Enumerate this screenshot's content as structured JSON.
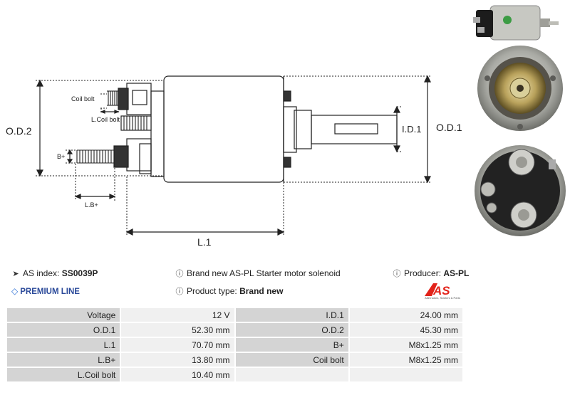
{
  "diagram": {
    "labels": {
      "od2": "O.D.2",
      "od1": "O.D.1",
      "id1": "I.D.1",
      "l1": "L.1",
      "coil_bolt": "Coil bolt",
      "l_coil_bolt": "L.Coil bolt",
      "b_plus": "B+",
      "l_b_plus": "L.B+"
    }
  },
  "info": {
    "as_index_label": "AS index:",
    "as_index_value": "SS0039P",
    "premium_line": "PREMIUM LINE",
    "description": "Brand new AS-PL Starter motor solenoid",
    "product_type_label": "Product type:",
    "product_type_value": "Brand new",
    "producer_label": "Producer:",
    "producer_value": "AS-PL"
  },
  "logo": {
    "text": "AS",
    "tagline": "Alternators, Starters & Parts",
    "color": "#e2231a"
  },
  "specs": [
    {
      "l1": "Voltage",
      "v1": "12 V",
      "l2": "I.D.1",
      "v2": "24.00 mm"
    },
    {
      "l1": "O.D.1",
      "v1": "52.30 mm",
      "l2": "O.D.2",
      "v2": "45.30 mm"
    },
    {
      "l1": "L.1",
      "v1": "70.70 mm",
      "l2": "B+",
      "v2": "M8x1.25 mm"
    },
    {
      "l1": "L.B+",
      "v1": "13.80 mm",
      "l2": "Coil bolt",
      "v2": "M8x1.25 mm"
    },
    {
      "l1": "L.Coil bolt",
      "v1": "10.40 mm",
      "l2": "",
      "v2": ""
    }
  ]
}
